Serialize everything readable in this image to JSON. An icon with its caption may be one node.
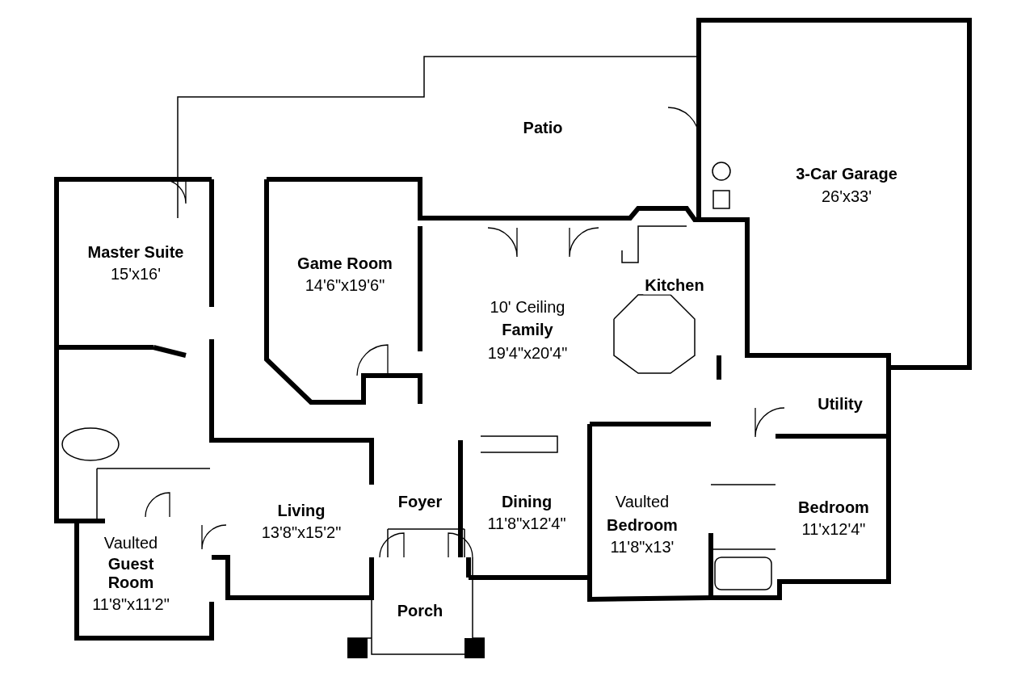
{
  "diagram": {
    "labels": [
      "Patio",
      "3-Car Garage",
      "26'x33'",
      "Master Suite",
      "15'x16'",
      "Game Room",
      "14'6\"x19'6\"",
      "Kitchen",
      "10' Ceiling",
      "Family",
      "19'4\"x20'4\"",
      "Utility",
      "Foyer",
      "Dining",
      "11'8\"x12'4\"",
      "Vaulted",
      "Bedroom",
      "11'x12'4\"",
      "Living",
      "13'8\"x15'2\"",
      "Bedroom",
      "11'8\"x13'",
      "Vaulted",
      "Guest Room",
      "11'8\"x11'2\"",
      "Porch"
    ]
  }
}
